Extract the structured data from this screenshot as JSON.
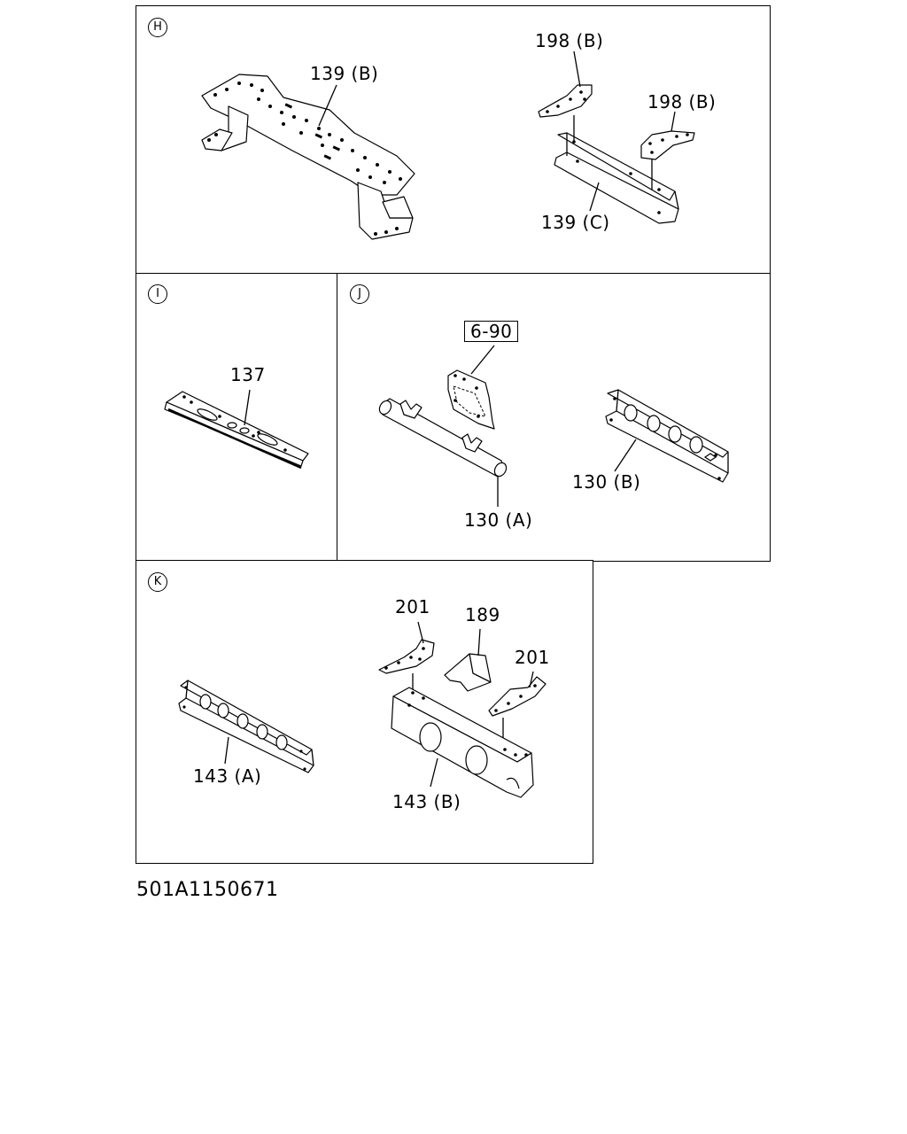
{
  "panels": {
    "H": {
      "label": "H",
      "callouts": {
        "c139b": "139 (B)",
        "c198b_1": "198 (B)",
        "c198b_2": "198 (B)",
        "c139c": "139 (C)"
      }
    },
    "I": {
      "label": "I",
      "callouts": {
        "c137": "137"
      }
    },
    "J": {
      "label": "J",
      "callouts": {
        "c690": "6-90",
        "c130a": "130 (A)",
        "c130b": "130 (B)"
      }
    },
    "K": {
      "label": "K",
      "callouts": {
        "c201_1": "201",
        "c189": "189",
        "c201_2": "201",
        "c143a": "143 (A)",
        "c143b": "143 (B)"
      }
    }
  },
  "figure_code": "501A1150671"
}
